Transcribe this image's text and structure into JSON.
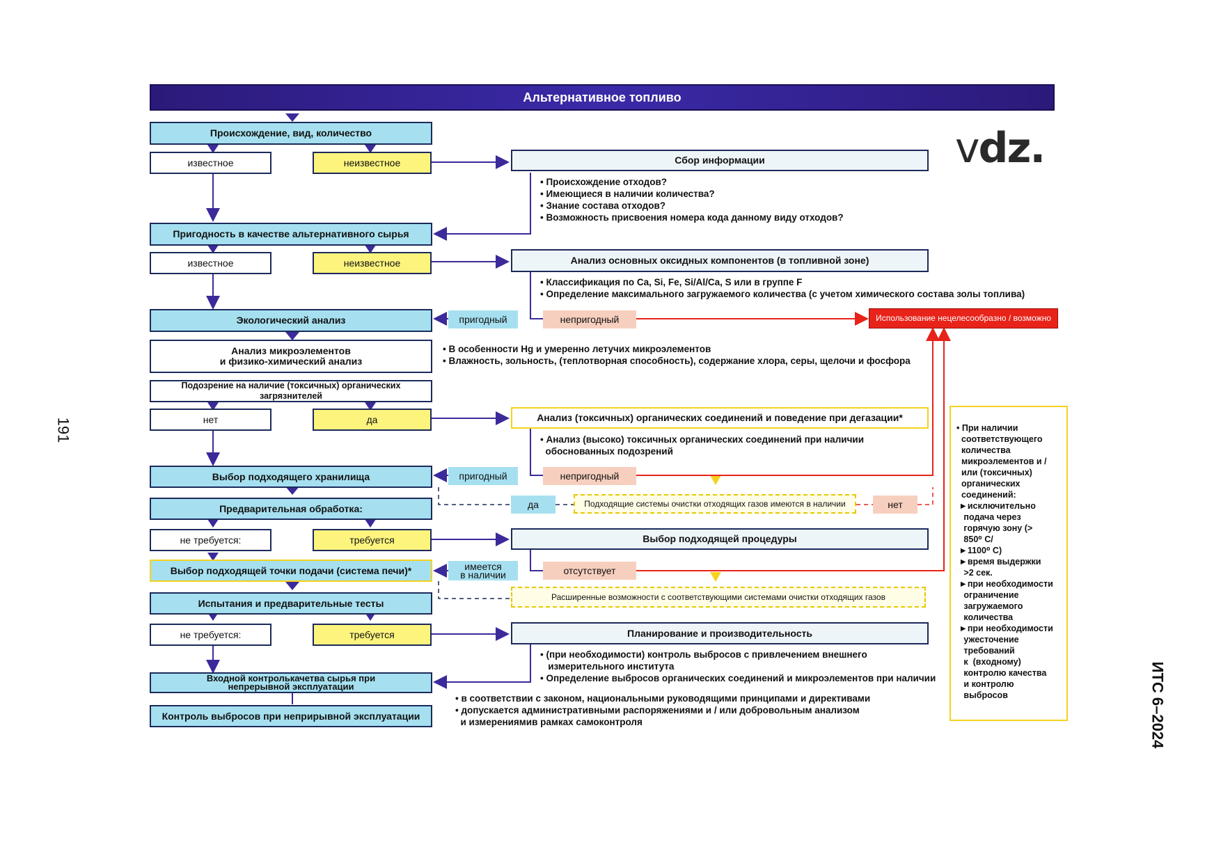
{
  "page_number": "191",
  "doc_code": "ИТС 6–2024",
  "logo": {
    "v": "v",
    "dz": "dz."
  },
  "title": "Альтернативное топливо",
  "steps": {
    "origin": "Происхождение, вид, количество",
    "suitability": "Пригодность в качестве альтернативного сырья",
    "ecology": "Экологический анализ",
    "microanalysis": "Анализ микроэлементов\nи физико-химический анализ",
    "suspicion": "Подозрение на наличие (токсичных) органических загрязнителей",
    "storage": "Выбор подходящего хранилища",
    "pretreatment": "Предварительная обработка:",
    "feed_point": "Выбор подходящей точки подачи (система печи)*",
    "tests": "Испытания и предварительные тесты",
    "input_control": "Входной контролькачетва сырья при\nнепрерывной эксплуатации",
    "emission_control": "Контроль выбросов при неприрывной эксплуатации"
  },
  "options": {
    "known1": "известное",
    "unknown1": "неизвестное",
    "known2": "известное",
    "unknown2": "неизвестное",
    "no": "нет",
    "yes": "да",
    "not_required1": "не требуется:",
    "required1": "требуется",
    "not_required2": "не требуется:",
    "required2": "требуется"
  },
  "info": {
    "collect": "Сбор информации",
    "oxide": "Анализ основных оксидных компонентов (в топливной зоне)",
    "toxic": "Анализ (токсичных) органических соединений и поведение при дегазации*",
    "procedure": "Выбор подходящей процедуры",
    "planning": "Планирование и производительность"
  },
  "lists": {
    "collect": "• Происхождение отходов?\n• Имеющиеся в наличии количества?\n• Знание состава отходов?\n• Возможность присвоения номера кода данному виду отходов?",
    "oxide": "• Классификация по Ca, Si, Fe, Si/Al/Ca, S или в группе F\n• Определение максимального загружаемого количества (с учетом химического состава золы топлива)",
    "micro": "• В особенности Hg и умеренно летучих микроэлементов\n• Влажность, зольность, (теплотворная способность), содержание хлора, серы, щелочи и фосфора",
    "toxic": "• Анализ (высоко) токсичных органических соединений при наличии\n  обоснованных подозрений",
    "planning": "• (при необходимости) контроль выбросов с привлечением внешнего\n   измерительного института\n• Определение выбросов органических соединений и микроэлементов при наличии",
    "legal": "• в соответствии с законом, национальными руководящими принципами и директивами\n• допускается административными распоряжениями и / или добровольным анализом\n  и измерениямив рамках самоконтроля"
  },
  "decisions": {
    "suitable1": "пригодный",
    "unsuitable1": "непригодный",
    "suitable2": "пригодный",
    "unsuitable2": "непригодный",
    "available": "имеется\nв наличии",
    "absent": "отсутствует",
    "gas_yes": "да",
    "gas_no": "нет",
    "gas_text": "Подходящие системы очистки отходящих газов имеются в наличии",
    "extended": "Расширенные возможности с соответствующими системами очистки отходящих газов",
    "red_result": "Использование нецелесообразно / возможно"
  },
  "side_note": "• При наличии\n  соответствующего\n  количества\n  микроэлементов и /\n  или (токсичных)\n  органических\n  соединений:\n ►исключительно\n   подача через\n   горячую зону (>\n   850⁰ C/\n ►1100⁰ C)\n ►время выдержки\n   >2 сек.\n ►при необходимости\n   ограничение\n   загружаемого\n   количества\n ►при необходимости\n   ужесточение\n   требований\n   к  (входному)\n   контролю качества\n   и контролю\n   выбросов",
  "colors": {
    "arrow": "#3b2a9a",
    "red": "#e8231a",
    "step": "#a6e0f0",
    "highlight": "#fdf47e"
  }
}
